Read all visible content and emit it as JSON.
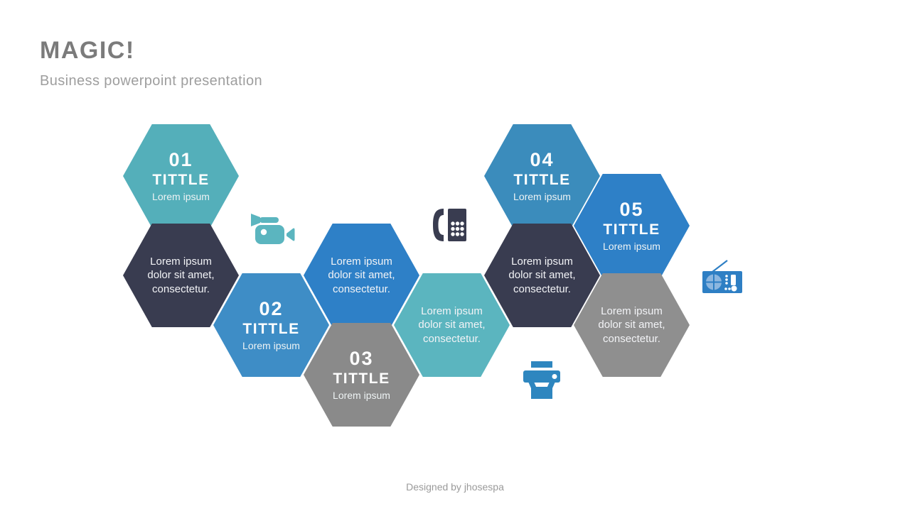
{
  "header": {
    "title": "MAGIC!",
    "subtitle": "Business powerpoint presentation"
  },
  "steps": [
    {
      "number": "01",
      "title": "TITTLE",
      "caption": "Lorem ipsum",
      "color": "#54afba"
    },
    {
      "number": "02",
      "title": "TITTLE",
      "caption": "Lorem ipsum",
      "color": "#3e8dc6"
    },
    {
      "number": "03",
      "title": "TITTLE",
      "caption": "Lorem ipsum",
      "color": "#8a8a8a"
    },
    {
      "number": "04",
      "title": "TITTLE",
      "caption": "Lorem ipsum",
      "color": "#3b8cbc"
    },
    {
      "number": "05",
      "title": "TITTLE",
      "caption": "Lorem ipsum",
      "color": "#2e80c7"
    }
  ],
  "body_hexagons": [
    {
      "text": "Lorem ipsum dolor sit amet, consectetur.",
      "color": "#393c50"
    },
    {
      "text": "Lorem ipsum dolor sit amet, consectetur.",
      "color": "#2e80c7"
    },
    {
      "text": "Lorem ipsum dolor sit amet, consectetur.",
      "color": "#5bb5bf"
    },
    {
      "text": "Lorem ipsum dolor sit amet, consectetur.",
      "color": "#393c50"
    },
    {
      "text": "Lorem ipsum dolor sit amet, consectetur.",
      "color": "#8f8f8f"
    }
  ],
  "icons": [
    {
      "name": "video-camera-icon",
      "color": "#5bb5bf"
    },
    {
      "name": "phone-icon",
      "color": "#393c50"
    },
    {
      "name": "printer-icon",
      "color": "#2e86bf"
    },
    {
      "name": "radio-icon",
      "color": "#2e7fc4"
    }
  ],
  "footer": {
    "credit": "Designed by jhosespa"
  }
}
